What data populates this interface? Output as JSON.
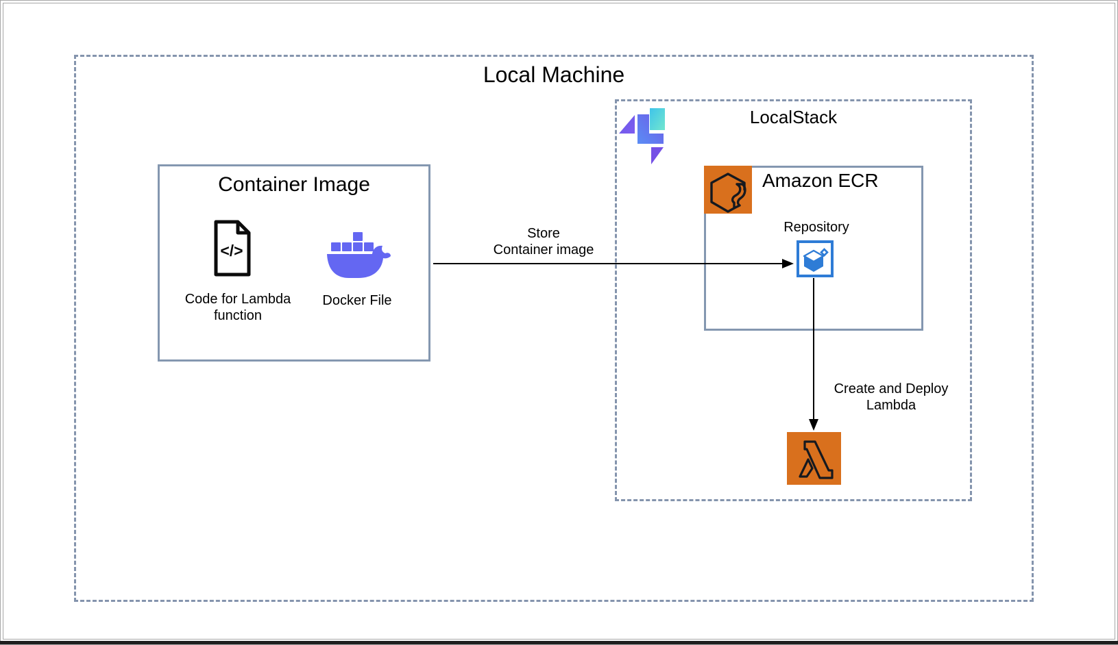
{
  "window": {
    "bottom_bar_color": "#1e1e1e",
    "frame_color": "#a6a6a6"
  },
  "colors": {
    "dashed_border": "#8494ad",
    "solid_border": "#8497b0",
    "aws_orange": "#d9701d",
    "icon_outline": "#16191f",
    "repository_blue": "#2e7cd6",
    "docker_purple": "#6467f2",
    "localstack_cyan": "#3fc4ea",
    "localstack_teal": "#72e6cf",
    "localstack_blue": "#5b8df5",
    "localstack_purple": "#6f5ae6",
    "arrow_color": "#000000"
  },
  "local_machine": {
    "title": "Local Machine"
  },
  "container_image": {
    "title": "Container Image",
    "code_label": "Code for Lambda\nfunction",
    "docker_label": "Docker File",
    "code_glyph": "</>",
    "icons": [
      "code-file-icon",
      "docker-whale-icon"
    ]
  },
  "localstack": {
    "title": "LocalStack",
    "logo_icon": "localstack-logo"
  },
  "ecr": {
    "title": "Amazon ECR",
    "service_icon": "amazon-ecr-icon",
    "repository": {
      "label": "Repository",
      "icon": "ecr-repository-icon"
    }
  },
  "lambda": {
    "icon": "aws-lambda-icon"
  },
  "flows": [
    {
      "label": "Store\nContainer image"
    },
    {
      "label": "Create and Deploy\nLambda"
    }
  ]
}
